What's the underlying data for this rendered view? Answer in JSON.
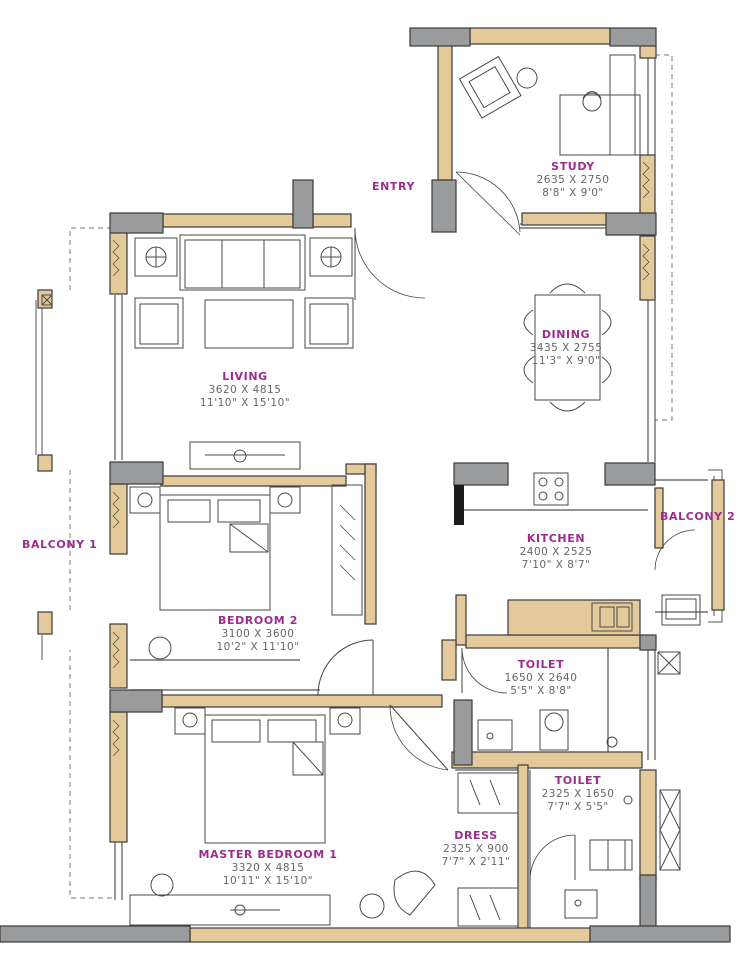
{
  "rooms": [
    {
      "name": "STUDY",
      "metric": "2635 X 2750",
      "imperial": "8'8\" X 9'0\""
    },
    {
      "name": "DINING",
      "metric": "3435 X 2755",
      "imperial": "11'3\" X 9'0\""
    },
    {
      "name": "LIVING",
      "metric": "3620 X 4815",
      "imperial": "11'10\" X 15'10\""
    },
    {
      "name": "KITCHEN",
      "metric": "2400 X 2525",
      "imperial": "7'10\" X 8'7\""
    },
    {
      "name": "BEDROOM 2",
      "metric": "3100 X 3600",
      "imperial": "10'2\" X 11'10\""
    },
    {
      "name": "TOILET",
      "metric": "1650 X 2640",
      "imperial": "5'5\" X 8'8\""
    },
    {
      "name": "TOILET",
      "metric": "2325 X 1650",
      "imperial": "7'7\" X 5'5\""
    },
    {
      "name": "DRESS",
      "metric": "2325 X 900",
      "imperial": "7'7\" X 2'11\""
    },
    {
      "name": "MASTER BEDROOM 1",
      "metric": "3320 X 4815",
      "imperial": "10'11\" X 15'10\""
    }
  ],
  "labels": {
    "entry": "ENTRY",
    "balcony1": "BALCONY 1",
    "balcony2": "BALCONY 2"
  },
  "colors": {
    "wall_gray": "#9a9b9d",
    "wall_tan": "#e4c99a",
    "wall_outline": "#3a3a3a",
    "room_label": "#9b2d8e",
    "furniture_line": "#4a4a4a"
  }
}
